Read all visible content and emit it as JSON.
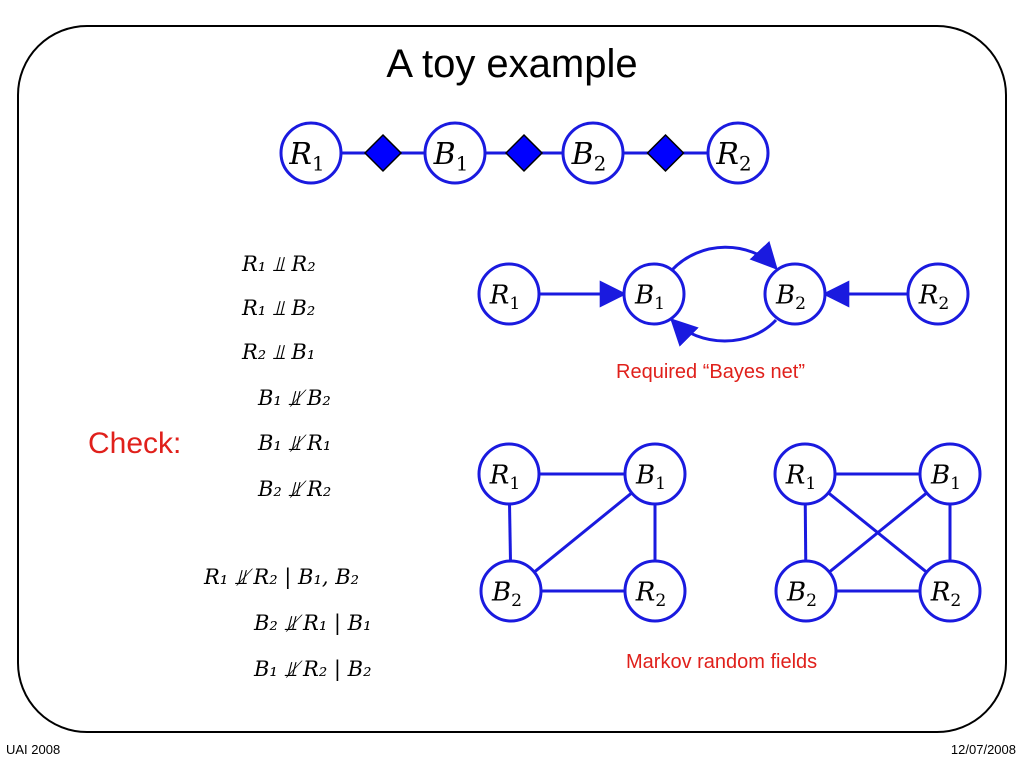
{
  "title": "A toy example",
  "check_label": "Check:",
  "bayes_caption": "Required “Bayes net”",
  "mrf_caption": "Markov random fields",
  "footer": {
    "left": "UAI 2008",
    "right": "12/07/2008"
  },
  "statements": [
    "R₁ ⫫ R₂",
    "R₁ ⫫ B₂",
    "R₂ ⫫ B₁",
    "B₁ ⫫̸ B₂",
    "B₁ ⫫̸ R₁",
    "B₂ ⫫̸ R₂",
    "R₁ ⫫̸ R₂ | B₁, B₂",
    "B₂ ⫫̸ R₁ | B₁",
    "B₁ ⫫̸ R₂ | B₂"
  ],
  "colors": {
    "node_stroke": "#1a1adf",
    "factor_fill": "#0000ff",
    "edge": "#1a1adf",
    "caption": "#e0201b"
  },
  "factor_graph": {
    "nodes": [
      {
        "id": "R1",
        "letter": "R",
        "sub": "1"
      },
      {
        "id": "B1",
        "letter": "B",
        "sub": "1"
      },
      {
        "id": "B2",
        "letter": "B",
        "sub": "2"
      },
      {
        "id": "R2",
        "letter": "R",
        "sub": "2"
      }
    ],
    "factors": [
      "R1-B1",
      "B1-B2",
      "B2-R2"
    ]
  },
  "bayes_net": {
    "nodes": [
      {
        "id": "R1",
        "letter": "R",
        "sub": "1"
      },
      {
        "id": "B1",
        "letter": "B",
        "sub": "1"
      },
      {
        "id": "B2",
        "letter": "B",
        "sub": "2"
      },
      {
        "id": "R2",
        "letter": "R",
        "sub": "2"
      }
    ],
    "directed_edges": [
      [
        "R1",
        "B1"
      ],
      [
        "R2",
        "B2"
      ],
      [
        "B1",
        "B2"
      ],
      [
        "B2",
        "B1"
      ]
    ]
  },
  "mrf_left": {
    "nodes": [
      {
        "id": "R1",
        "letter": "R",
        "sub": "1"
      },
      {
        "id": "B1",
        "letter": "B",
        "sub": "1"
      },
      {
        "id": "B2",
        "letter": "B",
        "sub": "2"
      },
      {
        "id": "R2",
        "letter": "R",
        "sub": "2"
      }
    ],
    "edges": [
      [
        "R1",
        "B1"
      ],
      [
        "R1",
        "B2"
      ],
      [
        "B1",
        "R2"
      ],
      [
        "B2",
        "R2"
      ],
      [
        "B1",
        "B2"
      ]
    ]
  },
  "mrf_right": {
    "nodes": [
      {
        "id": "R1",
        "letter": "R",
        "sub": "1"
      },
      {
        "id": "B1",
        "letter": "B",
        "sub": "1"
      },
      {
        "id": "B2",
        "letter": "B",
        "sub": "2"
      },
      {
        "id": "R2",
        "letter": "R",
        "sub": "2"
      }
    ],
    "edges": [
      [
        "R1",
        "B1"
      ],
      [
        "R1",
        "B2"
      ],
      [
        "B1",
        "R2"
      ],
      [
        "B2",
        "R2"
      ],
      [
        "R1",
        "R2"
      ],
      [
        "B1",
        "B2"
      ]
    ]
  }
}
